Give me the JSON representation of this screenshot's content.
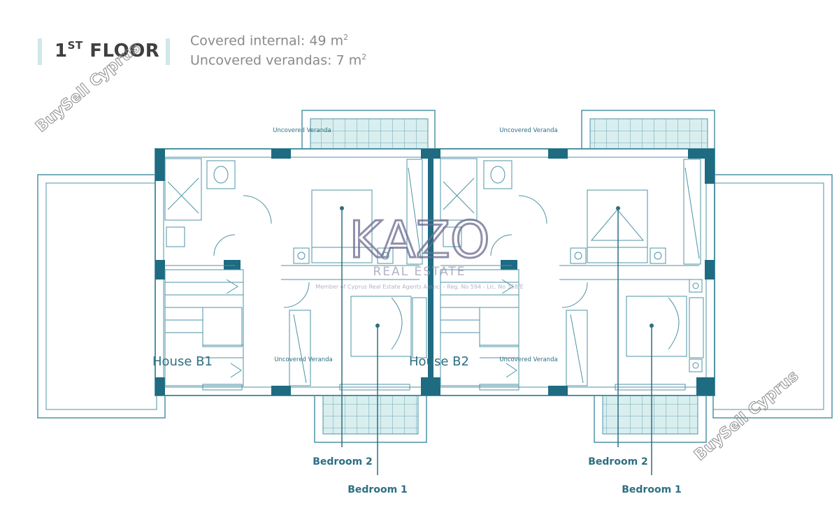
{
  "header": {
    "floor_title": "1",
    "floor_suffix": "ST",
    "floor_word": " FLOOR",
    "covered_label": "Covered internal: 49 m",
    "uncovered_label": "Uncovered verandas: 7 m",
    "unit_sup": "2"
  },
  "plan": {
    "uncovered_veranda_label": "Uncovered Veranda",
    "house_b1": "House B1",
    "house_b2": "House B2",
    "bedroom_2": "Bedroom 2",
    "bedroom_1": "Bedroom 1"
  },
  "watermarks": {
    "buysell": "BuySell Cyprus",
    "kazo": "KAZO",
    "kazo_sub": "REAL ESTATE",
    "kazo_member": "Member of Cyprus Real Estate Agents Assoc. - Reg. No 594 - Lic. No 358/E"
  },
  "colors": {
    "wall": "#1e6b82",
    "line": "#4d93a5",
    "veranda_fill": "#d9eeee",
    "label": "#2c6f83",
    "watermark": "#6a6a90",
    "header_accent": "#cfe9e8"
  }
}
